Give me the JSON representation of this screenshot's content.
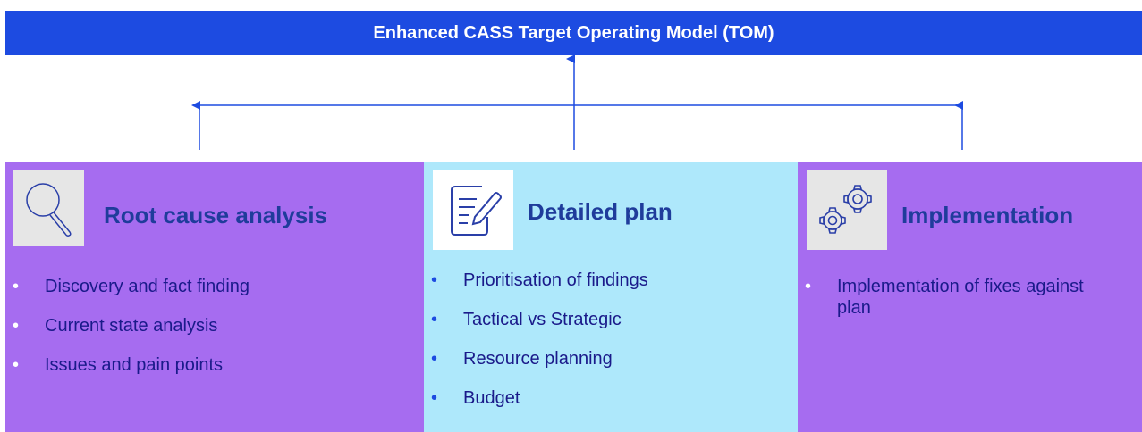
{
  "header": {
    "title": "Enhanced CASS Target Operating Model (TOM)"
  },
  "panels": [
    {
      "title": "Root cause analysis",
      "icon": "magnifier-icon",
      "items": [
        "Discovery and fact finding",
        "Current state analysis",
        "Issues and pain points"
      ]
    },
    {
      "title": "Detailed plan",
      "icon": "document-edit-icon",
      "items": [
        "Prioritisation of findings",
        "Tactical vs Strategic",
        "Resource planning",
        "Budget"
      ]
    },
    {
      "title": "Implementation",
      "icon": "gears-icon",
      "items": [
        "Implementation of fixes against plan"
      ]
    }
  ],
  "colors": {
    "banner": "#1d4be1",
    "side_panels": "#a66cf0",
    "center_panel": "#aee8fb",
    "title_text": "#1f3c9b",
    "connector": "#1d4be1"
  }
}
